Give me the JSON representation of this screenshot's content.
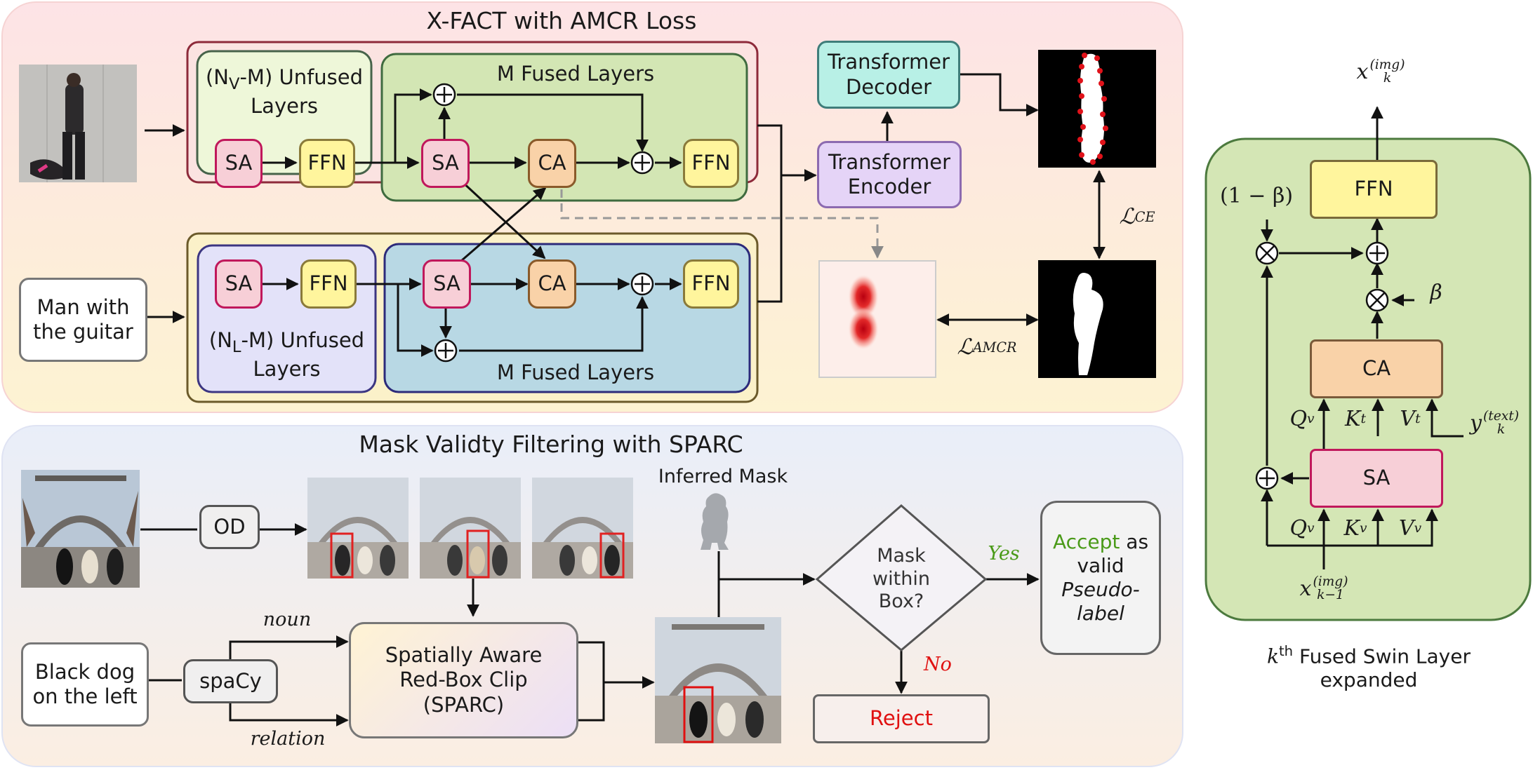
{
  "top_panel": {
    "title": "X-FACT with AMCR Loss",
    "input_text": "Man with the guitar",
    "vision_unfused": "(NV-M) Unfused Layers",
    "vision_unfused_parts": [
      "(N",
      "V",
      "-M) Unfused",
      "Layers"
    ],
    "vision_fused": "M Fused Layers",
    "lang_unfused": "(NL-M) Unfused Layers",
    "lang_unfused_parts": [
      "(N",
      "L",
      "-M) Unfused",
      "Layers"
    ],
    "lang_fused": "M Fused Layers",
    "sa": "SA",
    "ffn": "FFN",
    "ca": "CA",
    "transformer_decoder": "Transformer Decoder",
    "transformer_encoder": "Transformer Encoder",
    "loss_ce": "ℒCE",
    "loss_ce_parts": [
      "ℒ",
      "CE"
    ],
    "loss_amcr": "ℒAMCR",
    "loss_amcr_parts": [
      "ℒ",
      "AMCR"
    ]
  },
  "bottom_panel": {
    "title": "Mask Validty Filtering with SPARC",
    "od": "OD",
    "inferred_mask": "Inferred Mask",
    "noun": "noun",
    "relation": "relation",
    "query_text": "Black dog on the left",
    "spacy": "spaCy",
    "sparc": "Spatially Aware Red-Box Clip (SPARC)",
    "sparc_lines": [
      "Spatially Aware",
      "Red-Box Clip",
      "(SPARC)"
    ],
    "decision": "Mask within Box?",
    "decision_lines": [
      "Mask",
      "within",
      "Box?"
    ],
    "yes": "Yes",
    "no": "No",
    "accept": "Accept",
    "accept_rest": "as valid Pseudo-label",
    "accept_lines": [
      "as",
      "valid",
      "Pseudo-",
      "label"
    ],
    "reject": "Reject"
  },
  "right_panel": {
    "caption": "kth Fused Swin Layer expanded",
    "caption_parts": [
      "k",
      "th",
      "Fused Swin Layer",
      "expanded"
    ],
    "ffn": "FFN",
    "ca": "CA",
    "sa": "SA",
    "one_minus_beta": "(1 − β)",
    "beta": "β",
    "x_out": "xk(img)",
    "x_out_parts": [
      "x",
      "k",
      "(img)"
    ],
    "x_in": "xk−1(img)",
    "x_in_parts": [
      "x",
      "k−1",
      "(img)"
    ],
    "y_text": "yk(text)",
    "y_text_parts": [
      "y",
      "k",
      "(text)"
    ],
    "qv": "Qv",
    "kt": "Kt",
    "vt": "Vt",
    "kv": "Kv",
    "vv": "Vv",
    "sym_parts": {
      "Q": "Q",
      "K": "K",
      "V": "V",
      "v": "v",
      "t": "t"
    }
  },
  "colors": {
    "top_panel_bg": "#fde9dc",
    "bottom_panel_bg": "#eef0f8",
    "right_panel_bg": "#d4e6b5",
    "sa_fill": "#f7cfd7",
    "ffn_fill": "#fff59d",
    "ca_fill": "#f9d2a8",
    "decoder_fill": "#b8f0e6",
    "encoder_fill": "#e5d4f7",
    "vision_stack_fill": "#fbe3e1",
    "lang_stack_fill": "#fbf1c9",
    "accept_green": "#4a9a18",
    "reject_red": "#e01010"
  }
}
